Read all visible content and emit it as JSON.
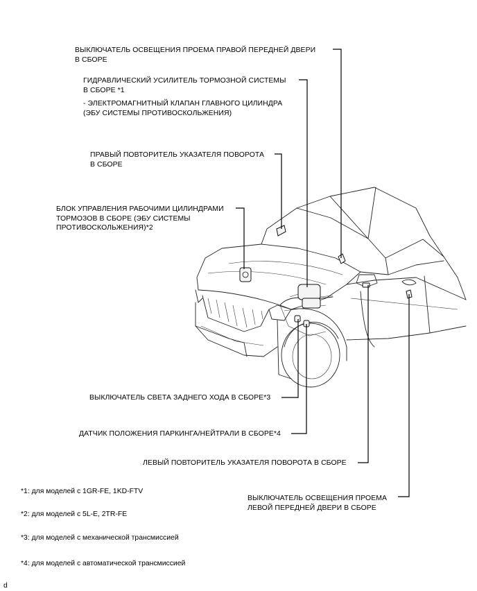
{
  "labels": {
    "right_front_door_switch": "ВЫКЛЮЧАТЕЛЬ ОСВЕЩЕНИЯ ПРОЕМА ПРАВОЙ ПЕРЕДНЕЙ ДВЕРИ\nВ СБОРЕ",
    "brake_booster": "ГИДРАВЛИЧЕСКИЙ УСИЛИТЕЛЬ ТОРМОЗНОЙ СИСТЕМЫ\nВ СБОРЕ *1",
    "master_cylinder_solenoid": "- ЭЛЕКТРОМАГНИТНЫЙ КЛАПАН ГЛАВНОГО ЦИЛИНДРА\n(ЭБУ СИСТЕМЫ ПРОТИВОСКОЛЬЖЕНИЯ)",
    "right_turn_repeater": "ПРАВЫЙ ПОВТОРИТЕЛЬ УКАЗАТЕЛЯ ПОВОРОТА\nВ СБОРЕ",
    "brake_actuator": "БЛОК УПРАВЛЕНИЯ РАБОЧИМИ ЦИЛИНДРАМИ\nТОРМОЗОВ В СБОРЕ (ЭБУ СИСТЕМЫ\nПРОТИВОСКОЛЬЖЕНИЯ)*2",
    "backup_light_switch": "ВЫКЛЮЧАТЕЛЬ СВЕТА ЗАДНЕГО ХОДА В СБОРЕ*3",
    "park_neutral_switch": "ДАТЧИК ПОЛОЖЕНИЯ ПАРКИНГА/НЕЙТРАЛИ В СБОРЕ*4",
    "left_turn_repeater": "ЛЕВЫЙ ПОВТОРИТЕЛЬ УКАЗАТЕЛЯ ПОВОРОТА В СБОРЕ",
    "left_front_door_switch": "ВЫКЛЮЧАТЕЛЬ ОСВЕЩЕНИЯ ПРОЕМА\nЛЕВОЙ ПЕРЕДНЕЙ ДВЕРИ В СБОРЕ"
  },
  "notes": [
    "*1: для моделей с 1GR-FE, 1KD-FTV",
    "*2: для моделей с 5L-E, 2TR-FE",
    "*3: для моделей с механической трансмиссией",
    "*4: для моделей с автоматической трансмиссией"
  ],
  "figure_code": "d"
}
